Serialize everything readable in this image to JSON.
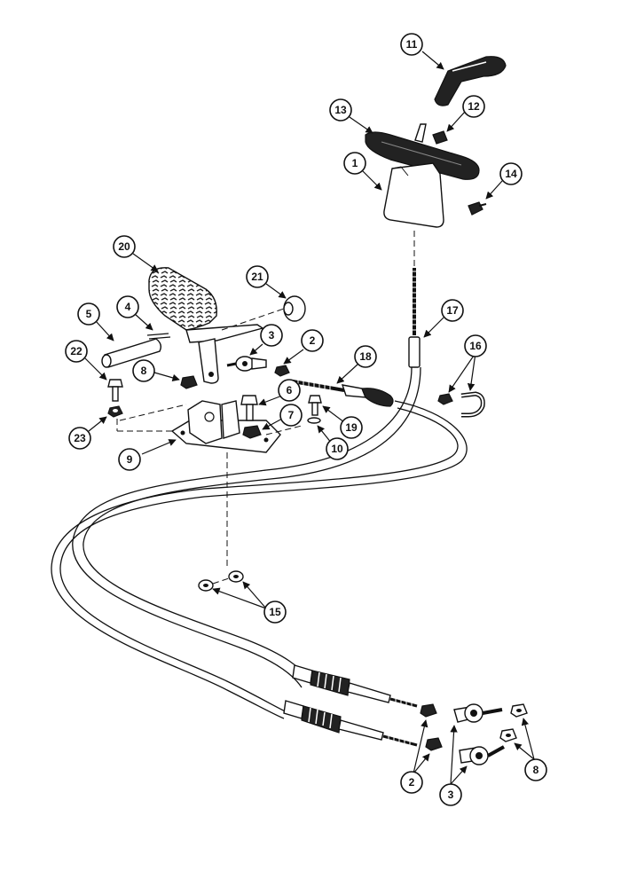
{
  "callouts": {
    "c1": "1",
    "c2a": "2",
    "c2b": "2",
    "c3a": "3",
    "c3b": "3",
    "c4": "4",
    "c5": "5",
    "c6": "6",
    "c7": "7",
    "c8a": "8",
    "c8b": "8",
    "c9": "9",
    "c10": "10",
    "c11": "11",
    "c12": "12",
    "c13": "13",
    "c14": "14",
    "c15": "15",
    "c16": "16",
    "c17": "17",
    "c18": "18",
    "c19": "19",
    "c20": "20",
    "c21": "21",
    "c22": "22",
    "c23": "23"
  }
}
